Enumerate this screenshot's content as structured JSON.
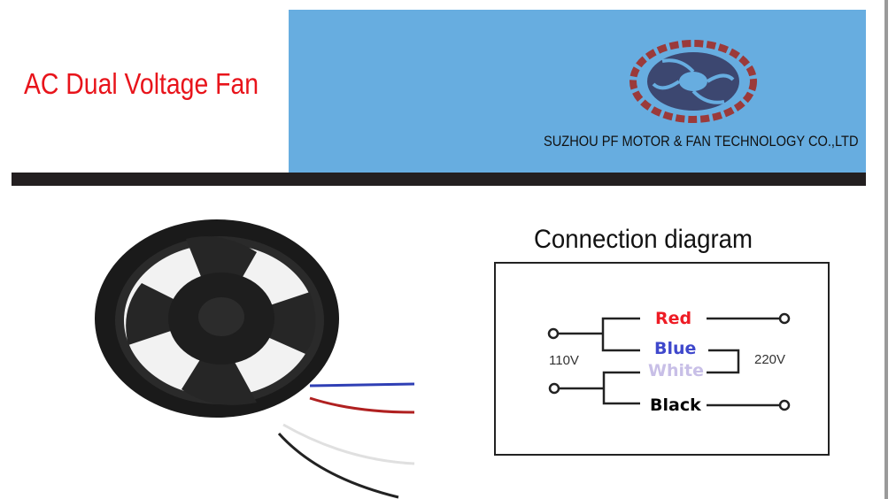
{
  "header": {
    "title": "AC Dual Voltage Fan",
    "company": "SUZHOU PF MOTOR & FAN TECHNOLOGY CO.,LTD"
  },
  "colors": {
    "banner": "#67ade0",
    "title": "#e8141b",
    "bar": "#231f20"
  },
  "diagram": {
    "title": "Connection diagram",
    "low_voltage": "110V",
    "high_voltage": "220V",
    "wires": [
      {
        "label": "Red",
        "color": "#ee1c25"
      },
      {
        "label": "Blue",
        "color": "#3f48cc"
      },
      {
        "label": "White",
        "color": "#c8bfe7"
      },
      {
        "label": "Black",
        "color": "#000000"
      }
    ]
  }
}
